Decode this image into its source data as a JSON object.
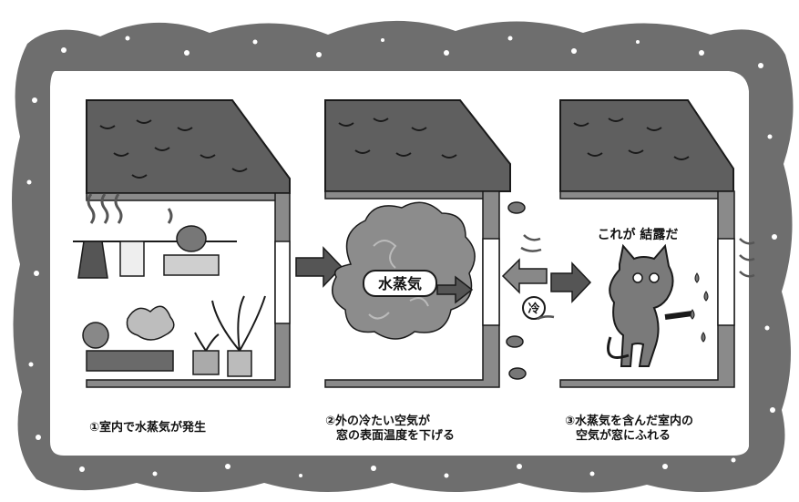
{
  "panels": [
    {
      "caption": [
        "①室内で水蒸気が発生"
      ]
    },
    {
      "caption": [
        "②外の冷たい空気が",
        "窓の表面温度を下げる"
      ],
      "vapor_label": "水蒸気",
      "cold_label": "冷"
    },
    {
      "caption": [
        "③水蒸気を含んだ室内の",
        "空気が窓にふれる"
      ],
      "speech": "これが 結露だ"
    }
  ],
  "colors": {
    "frame": "#6e6e6e",
    "roof": "#5f5f5f",
    "wall": "#8a8a8a",
    "ink": "#1a1a1a",
    "paper": "#ffffff"
  }
}
